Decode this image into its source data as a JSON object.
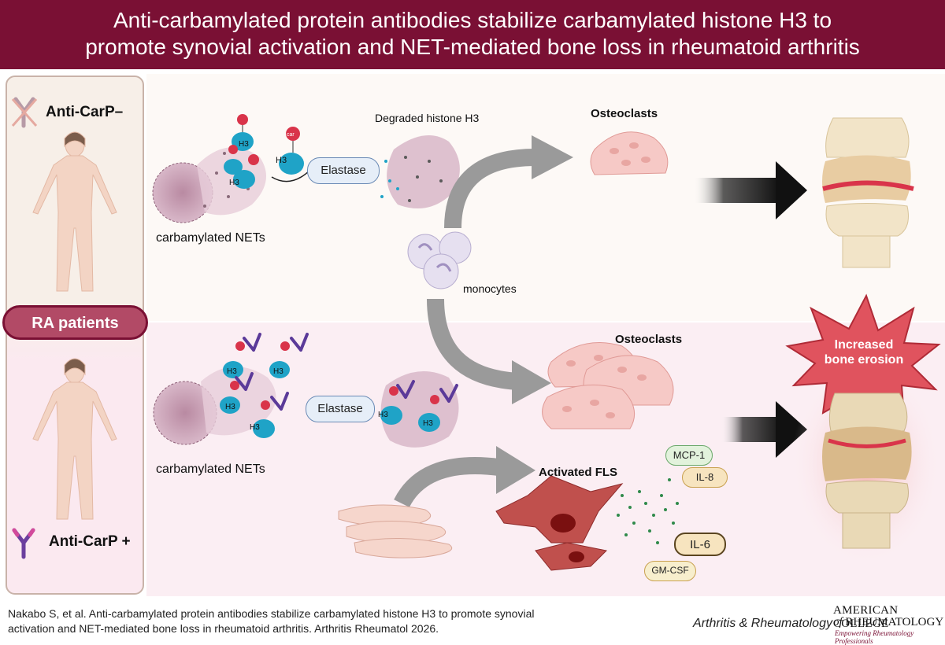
{
  "header": {
    "title_line1": "Anti-carbamylated protein antibodies stabilize carbamylated histone H3 to",
    "title_line2": "promote synovial activation and NET-mediated bone loss in rheumatoid arthritis"
  },
  "left": {
    "neg_label": "Anti-CarP–",
    "pos_label": "Anti-CarP +",
    "ra_label": "RA patients"
  },
  "top": {
    "degraded_label": "Degraded histone H3",
    "elastase": "Elastase",
    "nets_label": "carbamylated NETs",
    "osteoclasts": "Osteoclasts",
    "monocytes": "monocytes",
    "h3": "H3",
    "car": "car"
  },
  "bottom": {
    "elastase": "Elastase",
    "nets_label": "carbamylated NETs",
    "osteoclasts": "Osteoclasts",
    "fls_label": "Activated FLS",
    "erosion_line1": "Increased",
    "erosion_line2": "bone erosion",
    "cytokines": [
      "MCP-1",
      "IL-8",
      "IL-6",
      "GM-CSF"
    ]
  },
  "footer": {
    "cite_line1": "Nakabo S, et al. Anti-carbamylated protein antibodies stabilize carbamylated histone H3 to promote synovial",
    "cite_line2": "activation and NET-mediated bone loss in rheumatoid arthritis. Arthritis Rheumatol 2026.",
    "journal": "Arthritis & Rheumatology",
    "acr_line1": "AMERICAN COLLEGE",
    "acr_line2a": "of",
    "acr_line2b": "RHEUMATOLOGY",
    "acr_line3": "Empowering Rheumatology Professionals"
  },
  "colors": {
    "header_bg": "#7a1034",
    "ra_pill": "#b24a66",
    "elastase_fill": "#e6eef8",
    "nucleosome": "#1fa3c7",
    "car_red": "#d9344a",
    "antibody_purple": "#5b3a99",
    "osteoclast_pink": "#f6c9c6",
    "fls_red": "#c0504d",
    "erosion_star": "#e0535e"
  }
}
